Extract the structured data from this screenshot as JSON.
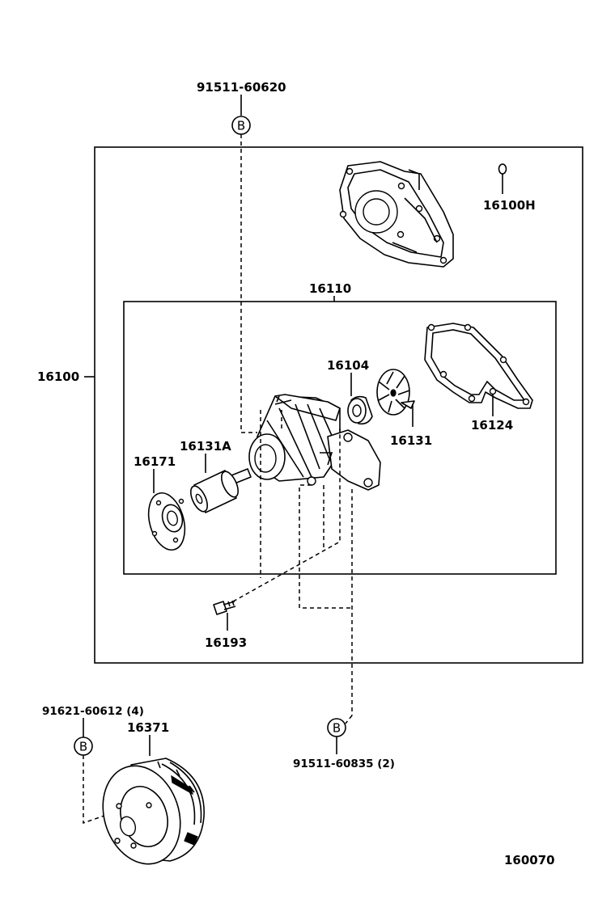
{
  "labels": {
    "bolt_top": "91511-60620",
    "gasket_o_ring": "16100H",
    "water_pump_assy": "16110",
    "water_pump_kit": "16100",
    "pump_gasket": "16124",
    "seal_ring": "16104",
    "impeller": "16131",
    "shaft_bearing": "16131A",
    "pump_pulley_seat": "16171",
    "stud": "16193",
    "bolt_bottom_left": "91621-60612 (4)",
    "fan_pulley": "16371",
    "bolt_bottom_right": "91511-60835 (2)",
    "diagram_number": "160070"
  },
  "markers": {
    "b": "B"
  }
}
